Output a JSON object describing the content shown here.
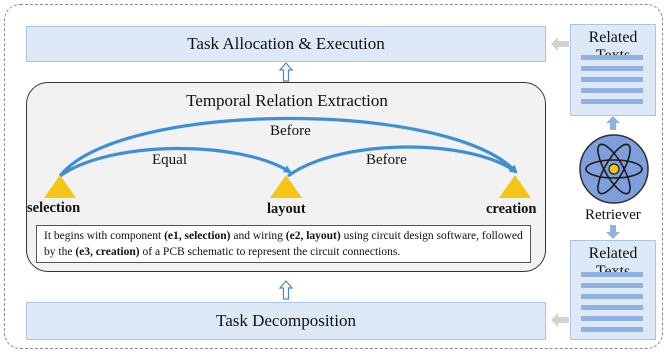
{
  "task_allocation_label": "Task Allocation & Execution",
  "task_decomposition_label": "Task Decomposition",
  "temporal_title": "Temporal Relation Extraction",
  "edges": {
    "before_top": "Before",
    "equal": "Equal",
    "before_mid": "Before"
  },
  "nodes": {
    "selection": "selection",
    "layout": "layout",
    "creation": "creation"
  },
  "sentence": {
    "p1": "It begins with component ",
    "e1": "(e1, selection)",
    "p2": " and wiring ",
    "e2": "(e2, layout)",
    "p3": " using circuit design software, followed by the ",
    "e3": "(e3, creation)",
    "p4": " of a PCB schematic to represent the circuit connections."
  },
  "related_top": "Related Texts",
  "related_bottom": "Related Texts",
  "retriever_label": "Retriever",
  "colors": {
    "box_fill": "#dde9f6",
    "arc": "#3f8fd6",
    "triangle": "#f5c518",
    "retriever_circle": "#7f9fdc"
  },
  "icons": [
    "up-arrow-icon",
    "left-arrow-icon",
    "down-arrow-icon",
    "atom-icon",
    "triangle-node-icon"
  ]
}
